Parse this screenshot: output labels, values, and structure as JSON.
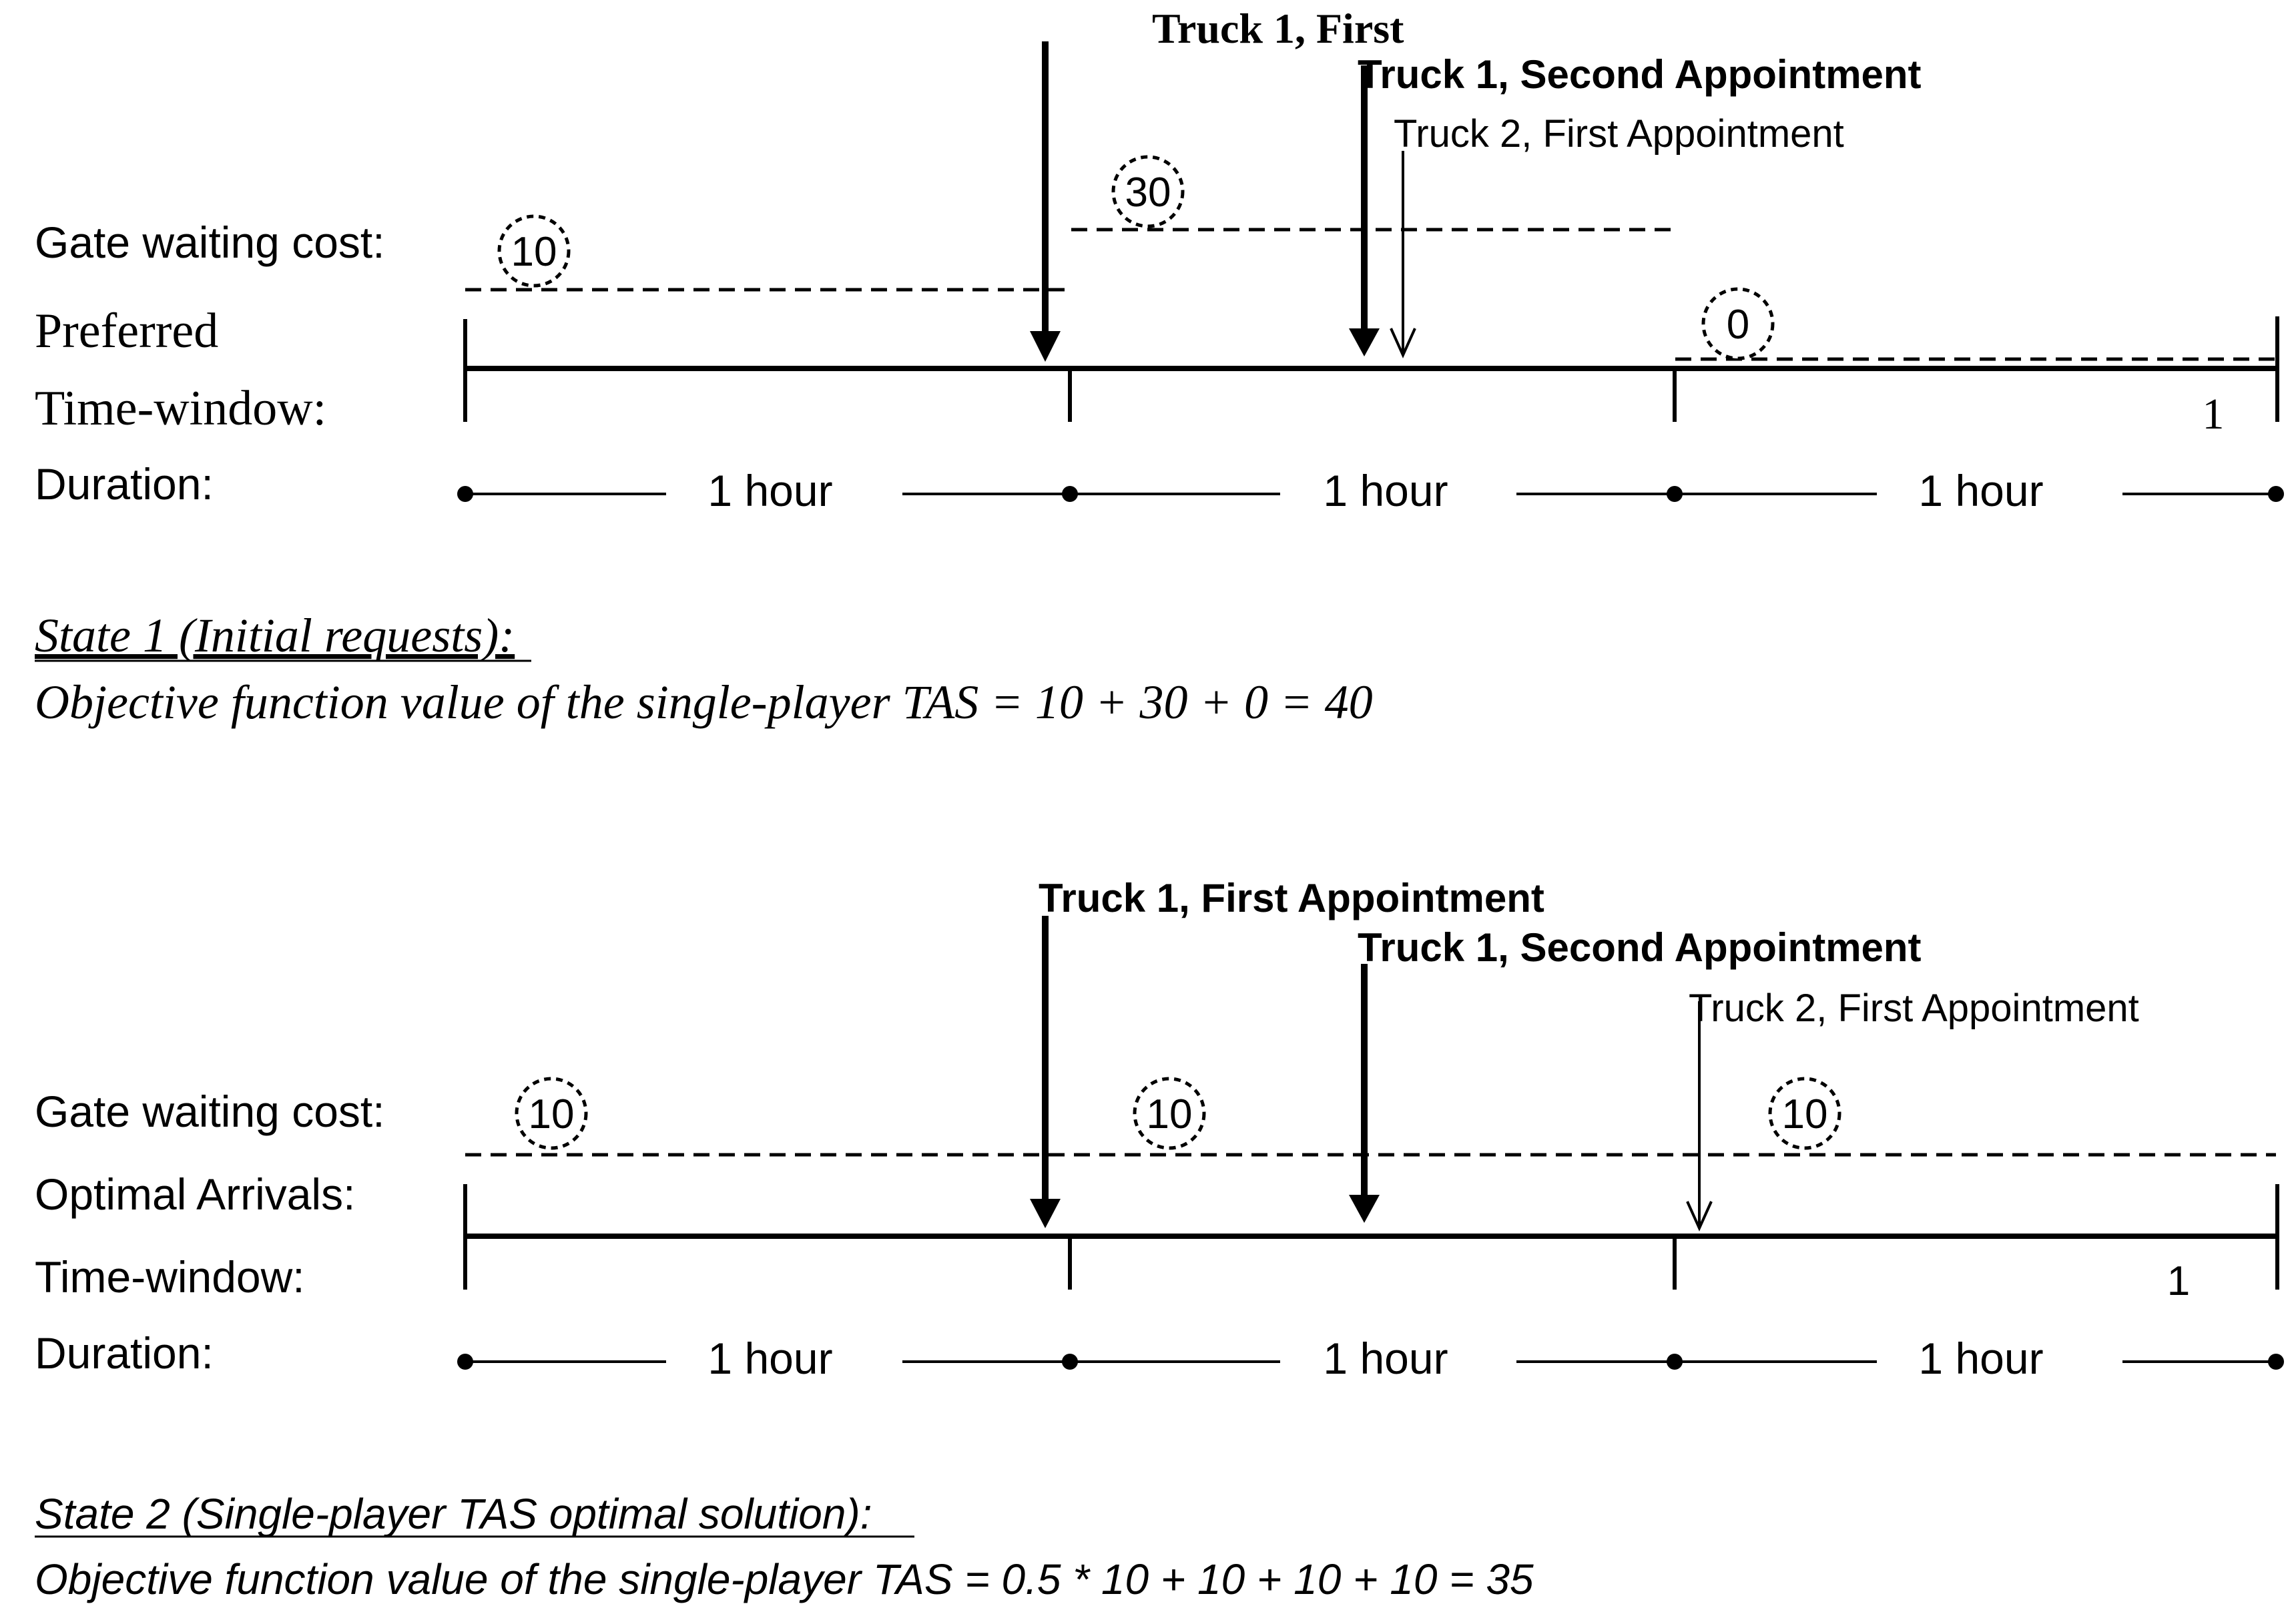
{
  "diagram1": {
    "arrows": [
      {
        "label": "Truck 1, First"
      },
      {
        "label": "Truck 1, Second Appointment"
      },
      {
        "label": "Truck 2, First Appointment"
      }
    ],
    "row_labels": {
      "gate_cost": "Gate waiting cost:",
      "preferred": "Preferred",
      "time_window": "Time-window:",
      "duration": "Duration:"
    },
    "costs": [
      "10",
      "30",
      "0"
    ],
    "end_marker": "1",
    "durations": [
      "1 hour",
      "1 hour",
      "1 hour"
    ],
    "state_title": "State 1 (Initial requests):",
    "state_formula": "Objective function value of the single-player TAS = 10 + 30 + 0 = 40"
  },
  "diagram2": {
    "arrows": [
      {
        "label": "Truck 1, First Appointment"
      },
      {
        "label": "Truck 1, Second Appointment"
      },
      {
        "label": "Truck 2, First Appointment"
      }
    ],
    "row_labels": {
      "gate_cost": "Gate waiting cost:",
      "optimal": "Optimal Arrivals:",
      "time_window": "Time-window:",
      "duration": "Duration:"
    },
    "costs": [
      "10",
      "10",
      "10"
    ],
    "end_marker": "1",
    "durations": [
      "1 hour",
      "1 hour",
      "1 hour"
    ],
    "state_title": "State 2 (Single-player TAS optimal solution):",
    "state_formula": "Objective function value of the single-player TAS = 0.5 * 10 + 10 + 10 + 10 = 35"
  }
}
